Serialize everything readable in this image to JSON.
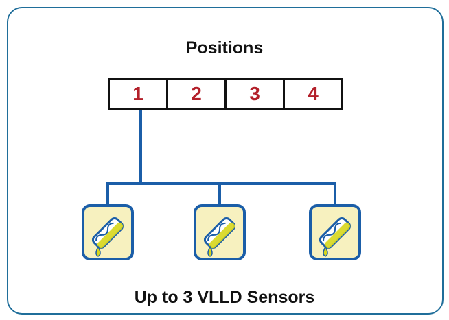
{
  "diagram": {
    "title": "Positions",
    "positions": [
      "1",
      "2",
      "3",
      "4"
    ],
    "caption": "Up to 3 VLLD Sensors",
    "colors": {
      "frame": "#1f6e9a",
      "wire": "#1b5ea8",
      "position_text": "#b3202a",
      "sensor_fill": "#f7f1bf",
      "sensor_border": "#1b5ea8",
      "fluid": "#d7d61b"
    },
    "sensor_icon": "vlld-sensor-icon"
  }
}
